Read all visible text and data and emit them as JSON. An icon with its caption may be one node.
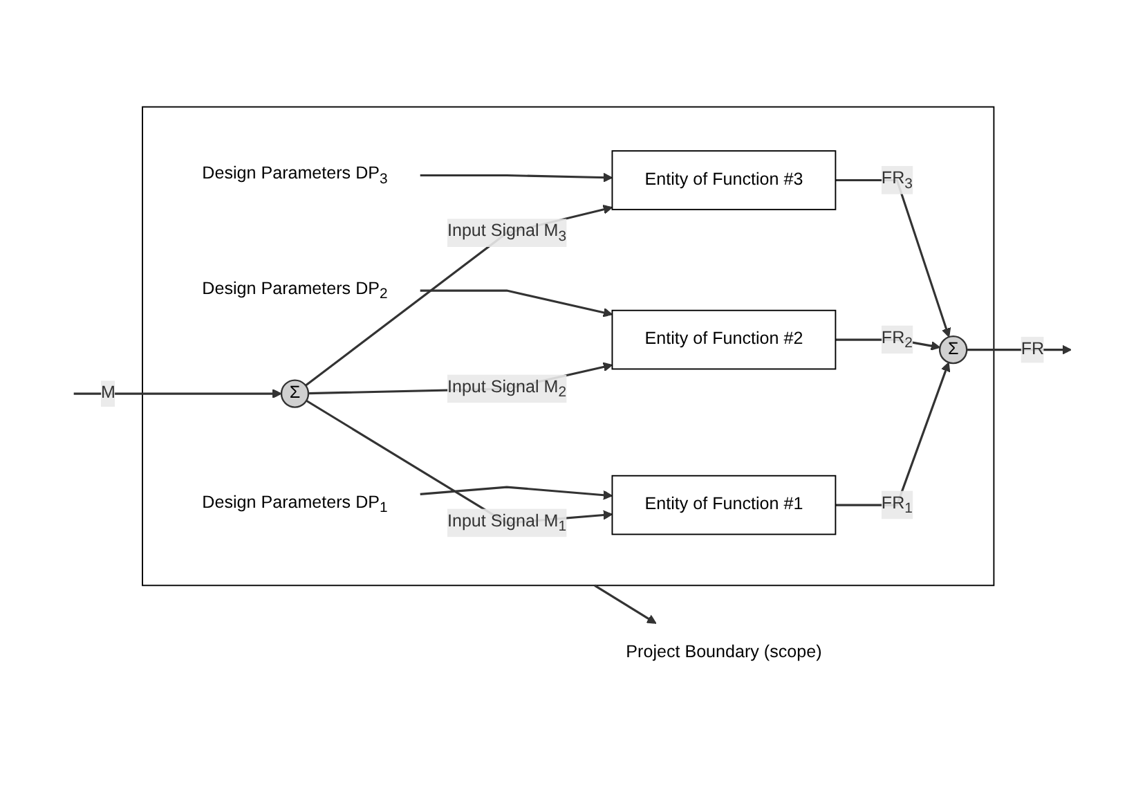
{
  "diagram": {
    "nodes": [
      {
        "text": [],
        "shape": "box"
      },
      {
        "text": [
          "Σ"
        ],
        "in": 0
      },
      {
        "text": [
          "Design Parameters DP$_{1}$"
        ],
        "in": 0
      },
      {
        "text": [
          "Entity of Function #1"
        ],
        "in": 0
      },
      {
        "text": [
          "Design Parameters DP$_{2}$"
        ],
        "in": 0
      },
      {
        "text": [
          "Entity of Function #2"
        ],
        "in": 0
      },
      {
        "text": [
          "Design Parameters DP$_{3}$"
        ],
        "in": 0
      },
      {
        "text": [
          "Entity of Function #3"
        ],
        "in": 0
      },
      {
        "text": [
          "Σ"
        ],
        "in": 0
      },
      {
        "text": [
          "Project Boundary (scope)"
        ]
      }
    ],
    "edges": [
      {
        "from": null,
        "to": 1,
        "arrow": "to",
        "label": "M"
      },
      {
        "from": 1,
        "to": 3,
        "arrow": "to",
        "label": "Input Signal M$_{1}$"
      },
      {
        "from": 1,
        "to": 5,
        "arrow": "to",
        "label": "Input Signal M$_{2}$"
      },
      {
        "from": 1,
        "to": 7,
        "arrow": "to",
        "label": "Input Signal M$_{3}$"
      },
      {
        "from": 2,
        "to": 3,
        "arrow": "to"
      },
      {
        "from": 4,
        "to": 5,
        "arrow": "to"
      },
      {
        "from": 6,
        "to": 7,
        "arrow": "to"
      },
      {
        "from": 3,
        "to": 8,
        "arrow": "to",
        "label": "FR$_{1}$"
      },
      {
        "from": 5,
        "to": 8,
        "arrow": "to",
        "label": "FR$_{2}$"
      },
      {
        "from": 7,
        "to": 8,
        "arrow": "to",
        "label": "FR$_{3}$"
      },
      {
        "from": 8,
        "to": null,
        "arrow": "to",
        "label": "FR"
      },
      {
        "from": 0,
        "to": 9,
        "arrow": "to"
      }
    ]
  }
}
